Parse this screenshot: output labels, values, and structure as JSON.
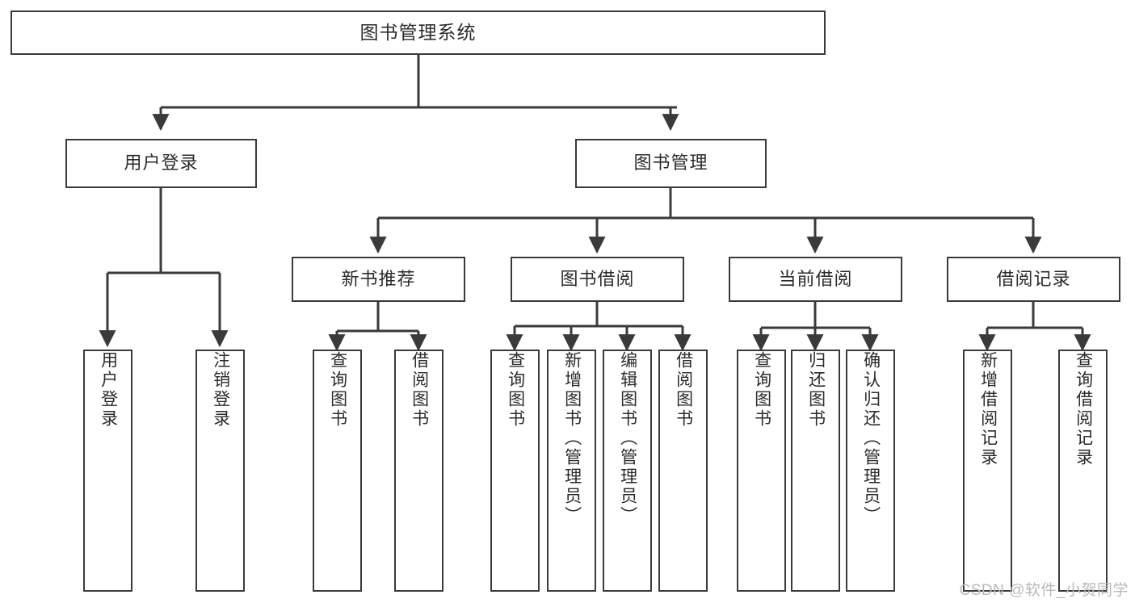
{
  "diagram": {
    "type": "tree-hierarchy",
    "title": "图书管理系统",
    "root": {
      "label": "图书管理系统",
      "level": 0
    },
    "level1": [
      {
        "id": "user-login",
        "label": "用户登录"
      },
      {
        "id": "book-manage",
        "label": "图书管理"
      }
    ],
    "level2": [
      {
        "id": "new-book-rec",
        "label": "新书推荐",
        "parent": "book-manage"
      },
      {
        "id": "book-borrow",
        "label": "图书借阅",
        "parent": "book-manage"
      },
      {
        "id": "current-borrow",
        "label": "当前借阅",
        "parent": "book-manage"
      },
      {
        "id": "borrow-record",
        "label": "借阅记录",
        "parent": "book-manage"
      }
    ],
    "leaves": {
      "user-login": [
        {
          "id": "leaf-user-login",
          "label": "用户登录"
        },
        {
          "id": "leaf-user-logout",
          "label": "注销登录"
        }
      ],
      "new-book-rec": [
        {
          "id": "leaf-query-book-1",
          "label": "查询图书"
        },
        {
          "id": "leaf-borrow-book-1",
          "label": "借阅图书"
        }
      ],
      "book-borrow": [
        {
          "id": "leaf-query-book-2",
          "label": "查询图书"
        },
        {
          "id": "leaf-add-book",
          "label": "新增图书（管理员）"
        },
        {
          "id": "leaf-edit-book",
          "label": "编辑图书（管理员）"
        },
        {
          "id": "leaf-borrow-book-2",
          "label": "借阅图书"
        }
      ],
      "current-borrow": [
        {
          "id": "leaf-query-book-3",
          "label": "查询图书"
        },
        {
          "id": "leaf-return-book",
          "label": "归还图书"
        },
        {
          "id": "leaf-confirm-return",
          "label": "确认归还（管理员）"
        }
      ],
      "borrow-record": [
        {
          "id": "leaf-add-record",
          "label": "新增借阅记录"
        },
        {
          "id": "leaf-query-record",
          "label": "查询借阅记录"
        }
      ]
    }
  },
  "watermark": {
    "text": "CSDN @软件_小贺同学"
  },
  "colors": {
    "stroke": "#3a3a3a",
    "background": "#ffffff",
    "text": "#2b2b2b",
    "watermark": "#b9b9b9"
  }
}
